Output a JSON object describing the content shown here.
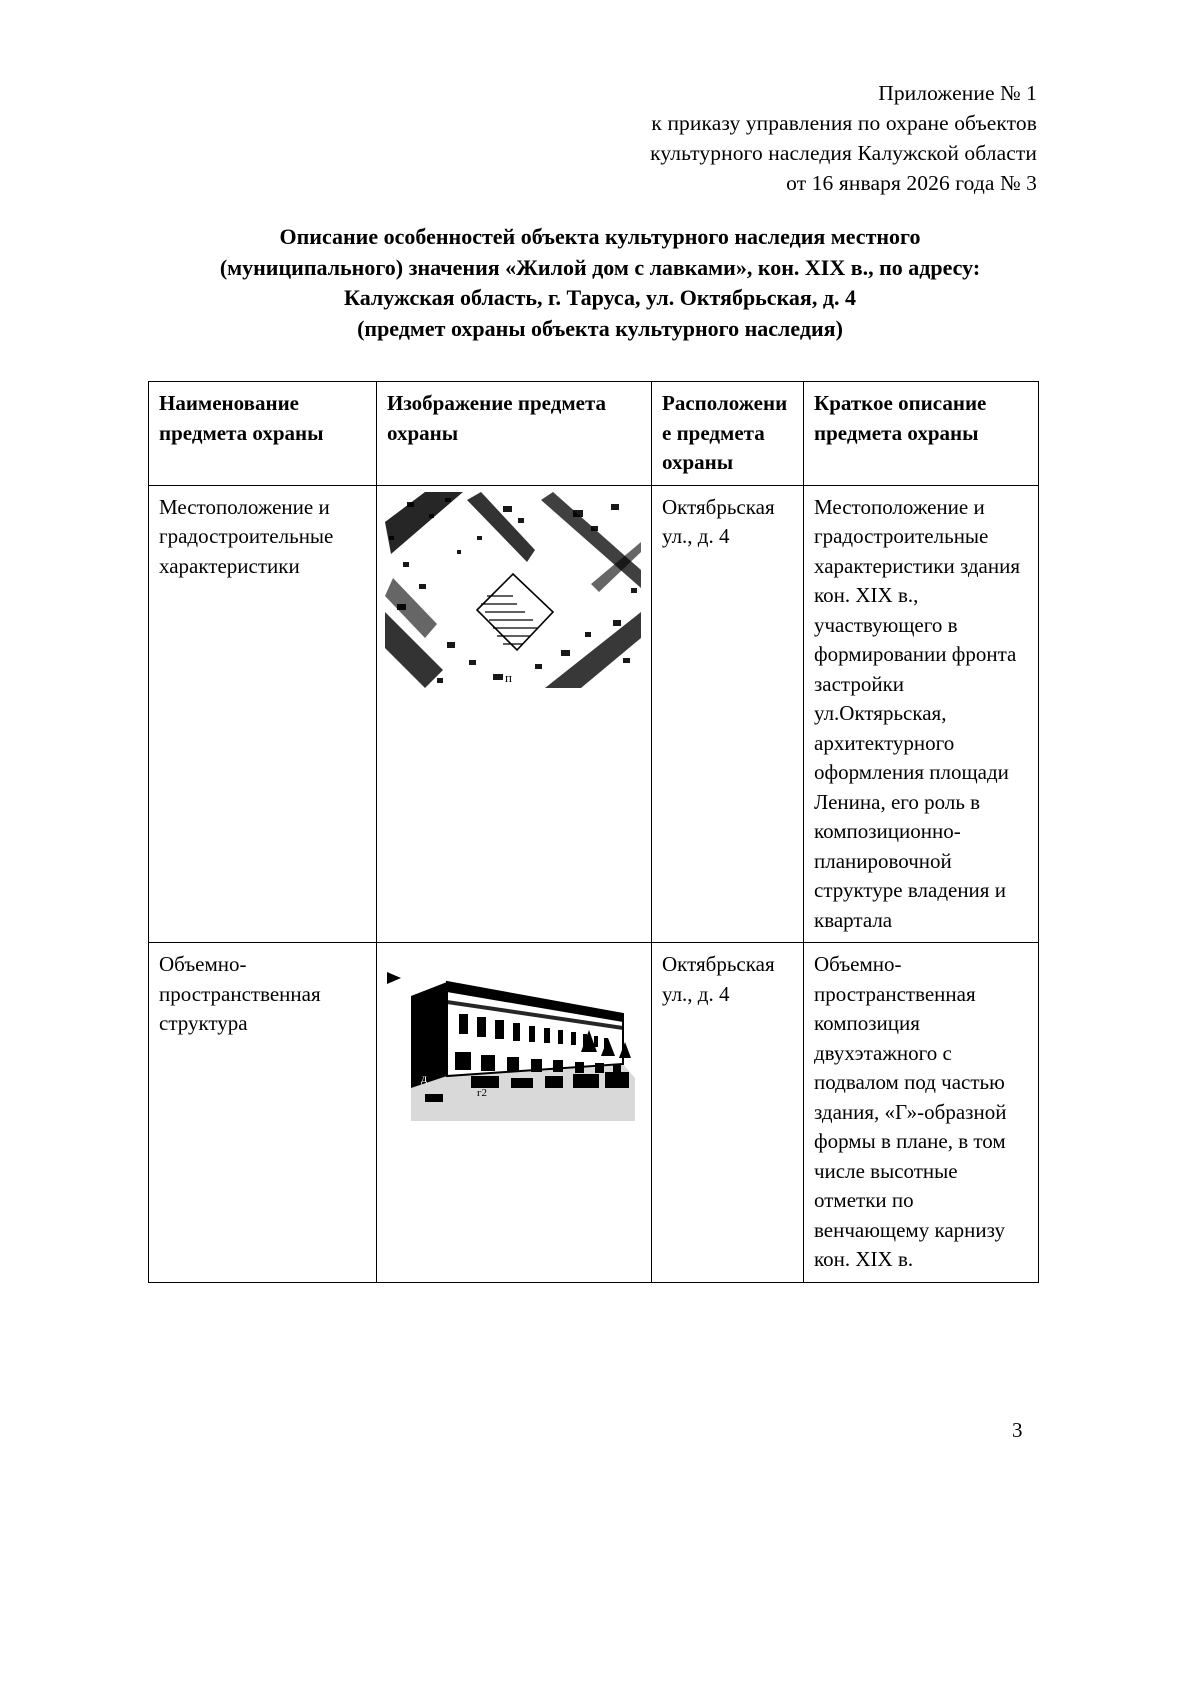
{
  "header": {
    "lines": [
      "Приложение № 1",
      "к приказу управления по охране объектов",
      "культурного наследия Калужской области",
      "от 16 января 2026 года № 3"
    ]
  },
  "title": {
    "lines": [
      "Описание особенностей объекта культурного наследия местного",
      "(муниципального) значения  «Жилой дом с лавками», кон. XIX в., по адресу:",
      "Калужская область, г. Таруса, ул. Октябрьская, д. 4",
      "(предмет охраны объекта культурного наследия)"
    ]
  },
  "table": {
    "columns": [
      "Наименование предмета охраны",
      "Изображение предмета охраны",
      "Расположени е предмета охраны",
      "Краткое описание предмета охраны"
    ],
    "rows": [
      {
        "name": "Местоположение и градостроительные характеристики",
        "image_alt": "Фрагмент исторического плана квартала с выделенным штриховкой зданием",
        "image_kind": "site-plan",
        "location": "Октябрьская ул., д. 4",
        "description": "Местоположение и градостроительные характеристики здания кон. XIX в., участвующего в формировании фронта застройки ул.Октярьская, архитектурного оформления площади Ленина, его роль в композиционно-планировочной структуре владения и квартала"
      },
      {
        "name": "Объемно-пространственная структура",
        "image_alt": "Черно-белая фотография двухэтажного здания, вид с угла улицы",
        "image_kind": "building-photo",
        "location": "Октябрьская ул., д. 4",
        "description": "Объемно-пространственная композиция двухэтажного с подвалом под частью здания, «Г»-образной формы в плане, в том числе высотные отметки по венчающему карнизу кон. XIX в."
      }
    ]
  },
  "page_number": "3"
}
